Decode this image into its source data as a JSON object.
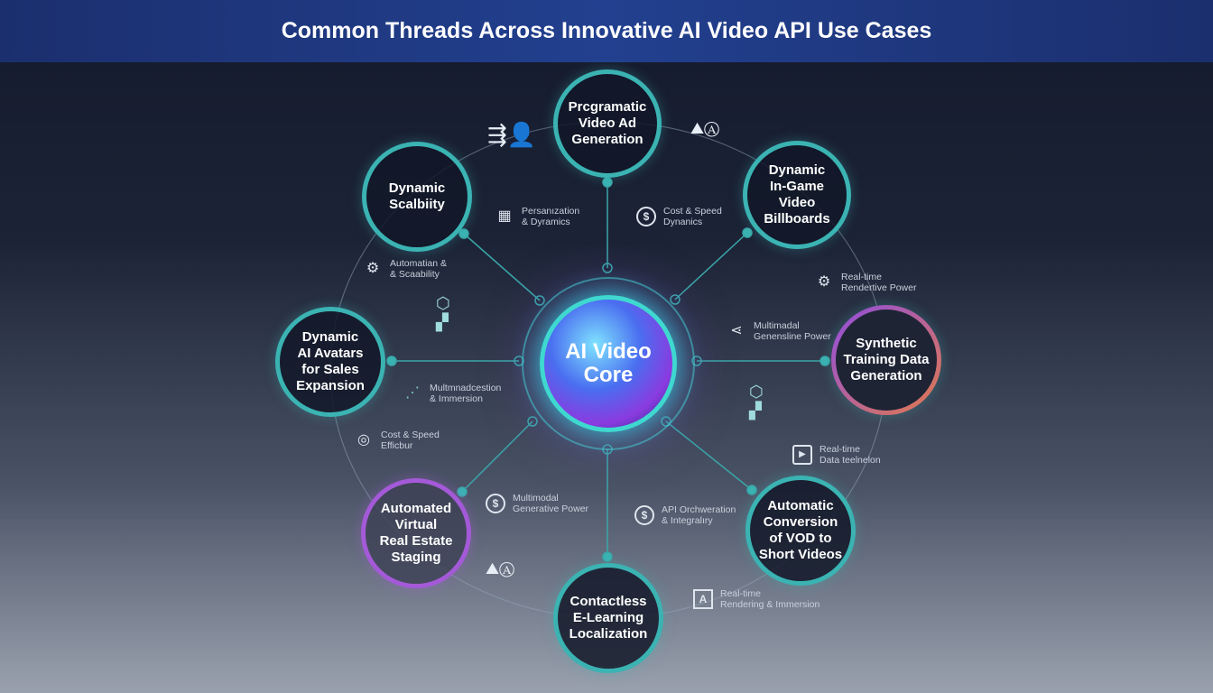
{
  "title": "Common Threads Across Innovative AI Video API Use Cases",
  "core": {
    "line1": "AI Video",
    "line2": "Core"
  },
  "nodes": {
    "programmatic": [
      "Prcgramatic",
      "Video Ad",
      "Generation"
    ],
    "ingame": [
      "Dynamic",
      "In-Game",
      "Video",
      "Billboards"
    ],
    "scalability": [
      "Dynamic",
      "Scalbiity"
    ],
    "avatars": [
      "Dynamic",
      "AI Avatars",
      "for Sales",
      "Expansion"
    ],
    "synthetic": [
      "Synthetic",
      "Training Data",
      "Generation"
    ],
    "staging": [
      "Automated",
      "Virtual",
      "Real Estate",
      "Staging"
    ],
    "vod": [
      "Automatic",
      "Conversion",
      "of VOD to",
      "Short Videos"
    ],
    "elearning": [
      "Contactless",
      "E-Learning",
      "Localization"
    ]
  },
  "labels": [
    {
      "icon": "calendar-icon",
      "l1": "Persanızation",
      "l2": "& Dyramics"
    },
    {
      "icon": "dollar-icon",
      "l1": "Cost & Speed",
      "l2": "Dynanics"
    },
    {
      "icon": "gear-icon",
      "l1": "Automatian &",
      "l2": "& Scaability"
    },
    {
      "icon": "gear-icon",
      "l1": "Real-time",
      "l2": "Rendertive Power"
    },
    {
      "icon": "share-icon",
      "l1": "Multimadal",
      "l2": "Genensline Power"
    },
    {
      "icon": "nodes-icon",
      "l1": "Multmnadcestion",
      "l2": "& Immersion"
    },
    {
      "icon": "webcam-icon",
      "l1": "Cost & Speed",
      "l2": "Efficbur"
    },
    {
      "icon": "play-icon",
      "l1": "Real-time",
      "l2": "Data teelnelon"
    },
    {
      "icon": "dollar-icon",
      "l1": "Multimodal",
      "l2": "Generative Power"
    },
    {
      "icon": "dollar-icon",
      "l1": "API Orchweration",
      "l2": "& Integralıry"
    },
    {
      "icon": "a-icon",
      "l1": "Real-time",
      "l2": "Rendering & Immersion"
    }
  ],
  "colors": {
    "teal": "#3bb3b3",
    "purple": "#a45ad8",
    "orange": "#e27a4c",
    "title_bg": "#22408f"
  }
}
